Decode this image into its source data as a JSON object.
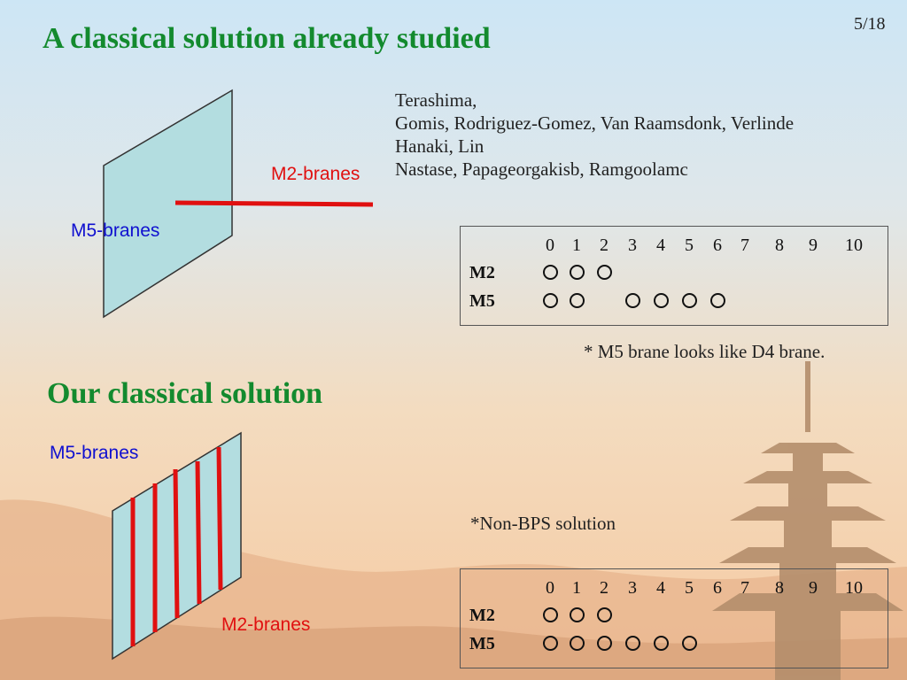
{
  "page_number": "5/18",
  "section1": {
    "title": "A classical solution already studied",
    "label_m2": "M2-branes",
    "label_m5": "M5-branes",
    "references": [
      "Terashima,",
      "Gomis, Rodriguez-Gomez, Van Raamsdonk, Verlinde",
      "Hanaki, Lin",
      "Nastase, Papageorgakisb, Ramgoolamc"
    ],
    "table": {
      "columns": [
        "0",
        "1",
        "2",
        "3",
        "4",
        "5",
        "6",
        "7",
        "8",
        "9",
        "10"
      ],
      "rows": [
        {
          "label": "M2",
          "marked": [
            "0",
            "1",
            "2"
          ]
        },
        {
          "label": "M5",
          "marked": [
            "0",
            "1",
            "3",
            "4",
            "5",
            "6"
          ]
        }
      ]
    },
    "note": "* M5 brane looks like D4 brane."
  },
  "section2": {
    "title": "Our classical solution",
    "label_m5": "M5-branes",
    "label_m2": "M2-branes",
    "note": "*Non-BPS solution",
    "table": {
      "columns": [
        "0",
        "1",
        "2",
        "3",
        "4",
        "5",
        "6",
        "7",
        "8",
        "9",
        "10"
      ],
      "rows": [
        {
          "label": "M2",
          "marked": [
            "0",
            "1",
            "2"
          ]
        },
        {
          "label": "M5",
          "marked": [
            "0",
            "1",
            "2",
            "3",
            "4",
            "5"
          ]
        }
      ]
    }
  },
  "colors": {
    "title_green": "#138a2e",
    "brane_red": "#e01010",
    "label_blue": "#1010d0",
    "label_red": "#e01010",
    "plane_fill": "#b3dde0"
  }
}
